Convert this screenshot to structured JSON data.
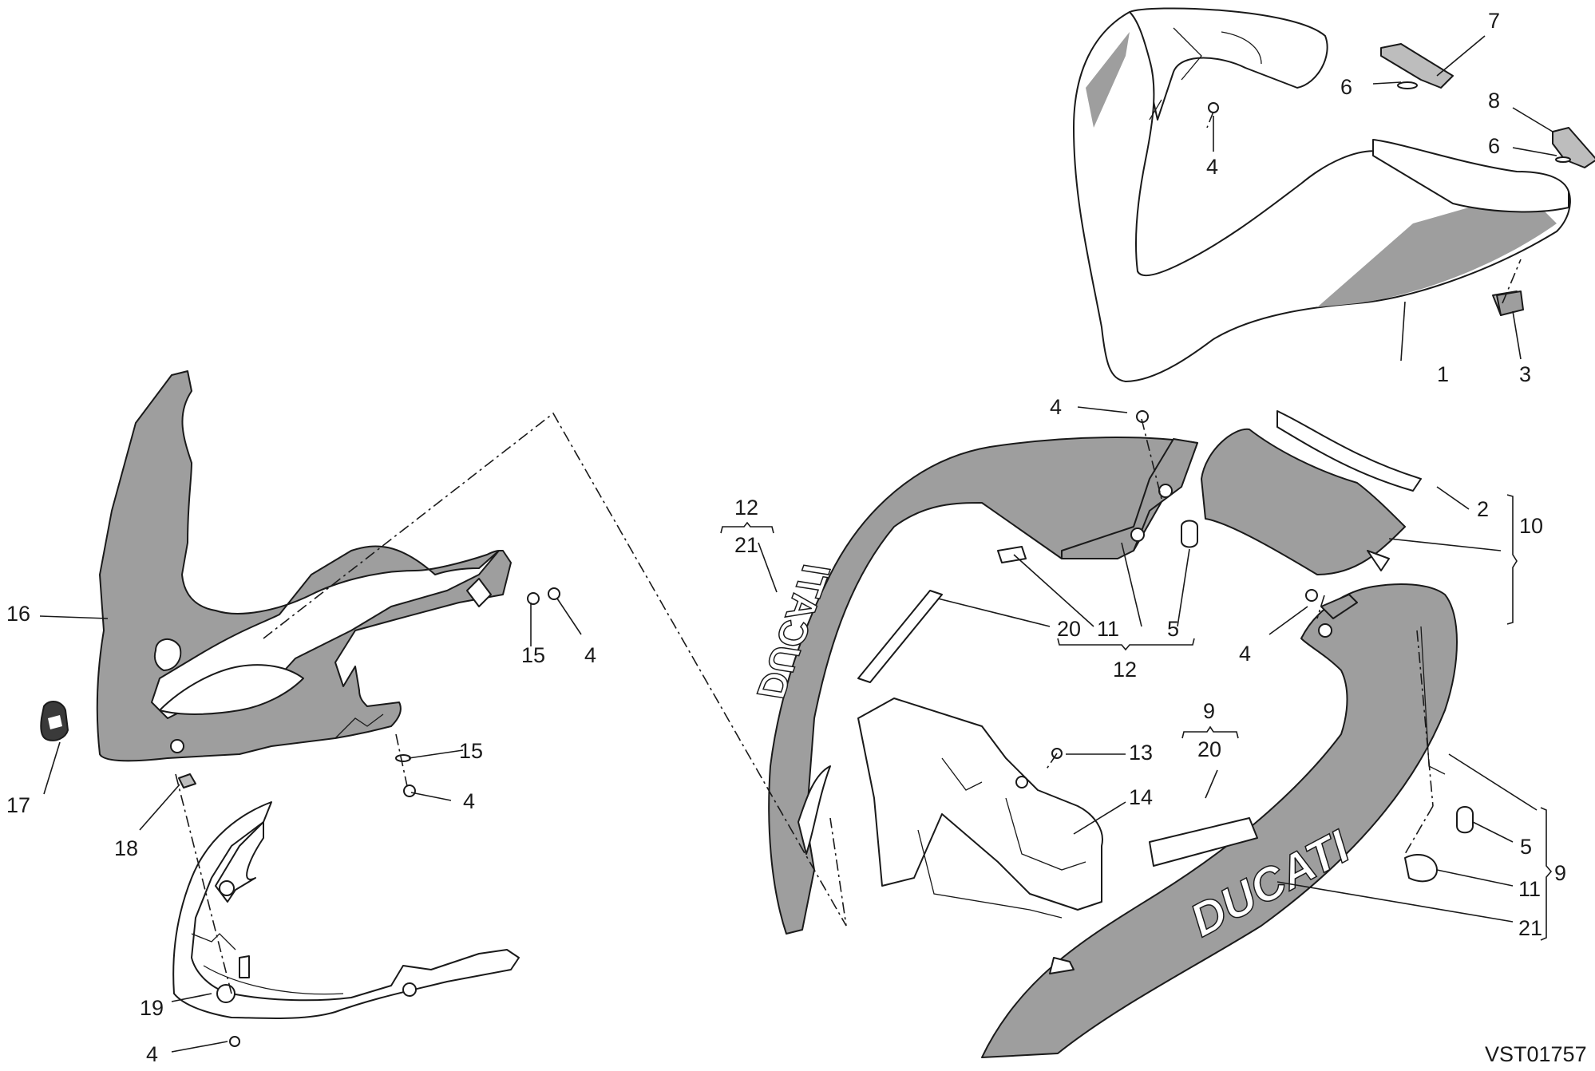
{
  "diagram_code": "VST01757",
  "wordmark_text": "DUCATI",
  "callouts": [
    {
      "id": "c1",
      "text": "1"
    },
    {
      "id": "c3",
      "text": "3"
    },
    {
      "id": "c4a",
      "text": "4"
    },
    {
      "id": "c6a",
      "text": "6"
    },
    {
      "id": "c7",
      "text": "7"
    },
    {
      "id": "c8",
      "text": "8"
    },
    {
      "id": "c6b",
      "text": "6"
    },
    {
      "id": "c4b",
      "text": "4"
    },
    {
      "id": "c2",
      "text": "2"
    },
    {
      "id": "c10",
      "text": "10"
    },
    {
      "id": "c12a",
      "text": "12"
    },
    {
      "id": "c21a",
      "text": "21"
    },
    {
      "id": "c20a",
      "text": "20"
    },
    {
      "id": "c11a",
      "text": "11"
    },
    {
      "id": "c5a",
      "text": "5"
    },
    {
      "id": "c12b",
      "text": "12"
    },
    {
      "id": "c4c",
      "text": "4"
    },
    {
      "id": "c9a",
      "text": "9"
    },
    {
      "id": "c20b",
      "text": "20"
    },
    {
      "id": "c13",
      "text": "13"
    },
    {
      "id": "c14",
      "text": "14"
    },
    {
      "id": "c5b",
      "text": "5"
    },
    {
      "id": "c9b",
      "text": "9"
    },
    {
      "id": "c11b",
      "text": "11"
    },
    {
      "id": "c21b",
      "text": "21"
    },
    {
      "id": "c16",
      "text": "16"
    },
    {
      "id": "c15a",
      "text": "15"
    },
    {
      "id": "c4d",
      "text": "4"
    },
    {
      "id": "c15b",
      "text": "15"
    },
    {
      "id": "c4e",
      "text": "4"
    },
    {
      "id": "c17",
      "text": "17"
    },
    {
      "id": "c18",
      "text": "18"
    },
    {
      "id": "c19",
      "text": "19"
    },
    {
      "id": "c4f",
      "text": "4"
    }
  ]
}
